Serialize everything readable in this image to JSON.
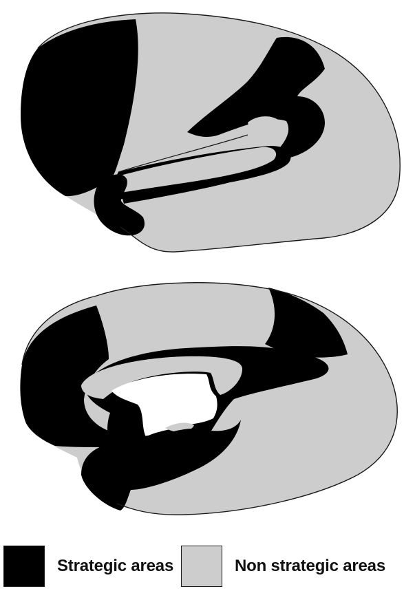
{
  "diagram": {
    "views": [
      {
        "id": "lateral-view"
      },
      {
        "id": "medial-view"
      }
    ],
    "colors": {
      "strategic": "#000000",
      "non_strategic": "#cdcdcd",
      "outline": "#1a1a1a",
      "background": "#ffffff"
    }
  },
  "legend": {
    "strategic": {
      "label": "Strategic areas",
      "color": "#000000"
    },
    "non_strategic": {
      "label": "Non strategic areas",
      "color": "#cdcdcd"
    }
  }
}
